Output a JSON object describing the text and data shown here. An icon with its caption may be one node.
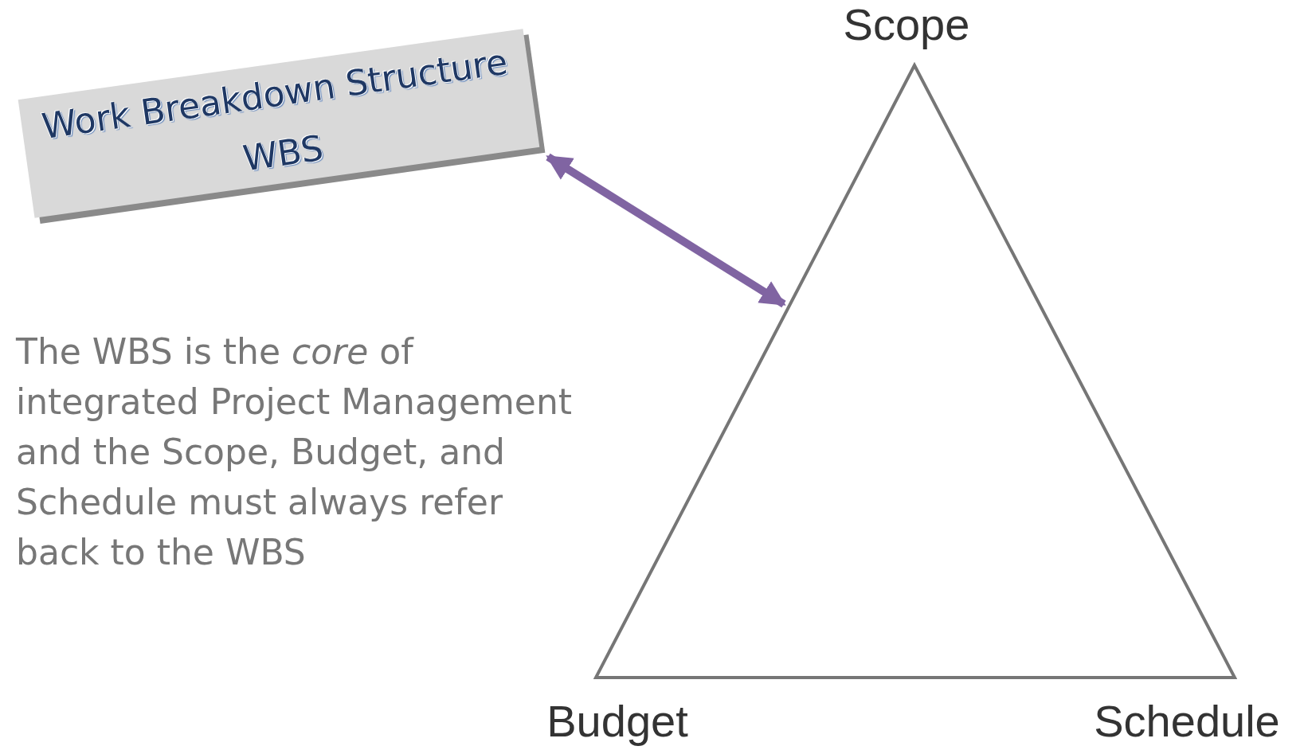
{
  "diagram": {
    "nodes": [
      {
        "text": [
          "Work Breakdown Structure",
          "WBS"
        ]
      },
      {
        "text": [],
        "shape": "triangle",
        "beside": [
          "Scope",
          "Budget",
          "Schedule"
        ]
      }
    ],
    "edges": [
      {
        "from": 0,
        "to": 1,
        "arrow": "both",
        "color": "#8064a2"
      }
    ],
    "labels": [
      "The WBS is the *core* of integrated Project Management and the Scope, Budget, and Schedule must always refer back to the WBS"
    ]
  }
}
